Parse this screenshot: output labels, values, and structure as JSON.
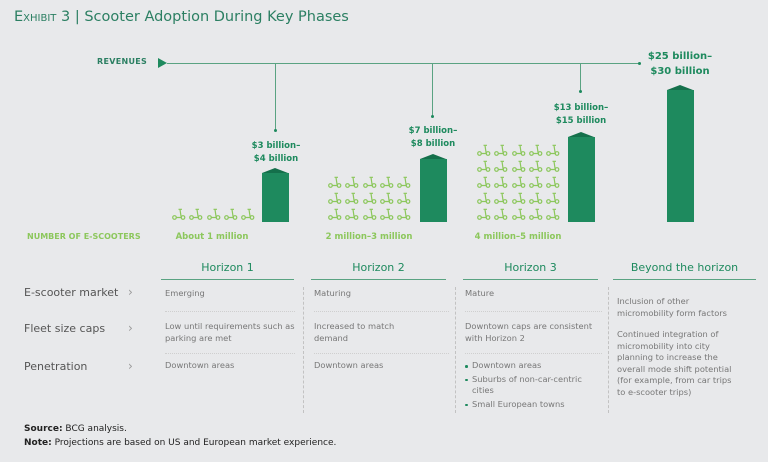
{
  "title": {
    "exhibit": "Exhibit 3",
    "separator": "|",
    "text": "Scooter Adoption During Key Phases"
  },
  "revenues_label": "REVENUES",
  "revenues": [
    {
      "line1": "$3 billion–",
      "line2": "$4 billion"
    },
    {
      "line1": "$7 billion–",
      "line2": "$8 billion"
    },
    {
      "line1": "$13 billion–",
      "line2": "$15 billion"
    },
    {
      "line1": "$25 billion–",
      "line2": "$30 billion"
    }
  ],
  "scooters_label": "NUMBER OF E-SCOOTERS",
  "scooter_counts": [
    "About 1 million",
    "2 million–3 million",
    "4 million–5 million"
  ],
  "scooter_icon_counts": [
    5,
    15,
    25
  ],
  "horizons": [
    "Horizon 1",
    "Horizon 2",
    "Horizon 3",
    "Beyond the horizon"
  ],
  "rows": [
    "E-scooter market",
    "Fleet size caps",
    "Penetration"
  ],
  "cells": {
    "h1": {
      "market": "Emerging",
      "fleet": "Low until requirements such as parking are met",
      "penetration": "Downtown areas"
    },
    "h2": {
      "market": "Maturing",
      "fleet": "Increased to match demand",
      "penetration": "Downtown areas"
    },
    "h3": {
      "market": "Mature",
      "fleet": "Downtown caps are consistent with Horizon 2",
      "penetration": [
        "Downtown areas",
        "Suburbs of non-car-centric cities",
        "Small European towns"
      ]
    },
    "beyond": {
      "p1": "Inclusion of other micromobility form factors",
      "p2": "Continued integration of micromobility into city planning to increase the overall mode shift potential (for example, from car trips to e-scooter trips)"
    }
  },
  "footer": {
    "source_label": "Source:",
    "source": " BCG analysis.",
    "note_label": "Note:",
    "note": " Projections are based on US and European market experience."
  },
  "colors": {
    "dark_green": "#1e8a5e",
    "light_green": "#8cc75c",
    "background": "#e8e9eb"
  }
}
